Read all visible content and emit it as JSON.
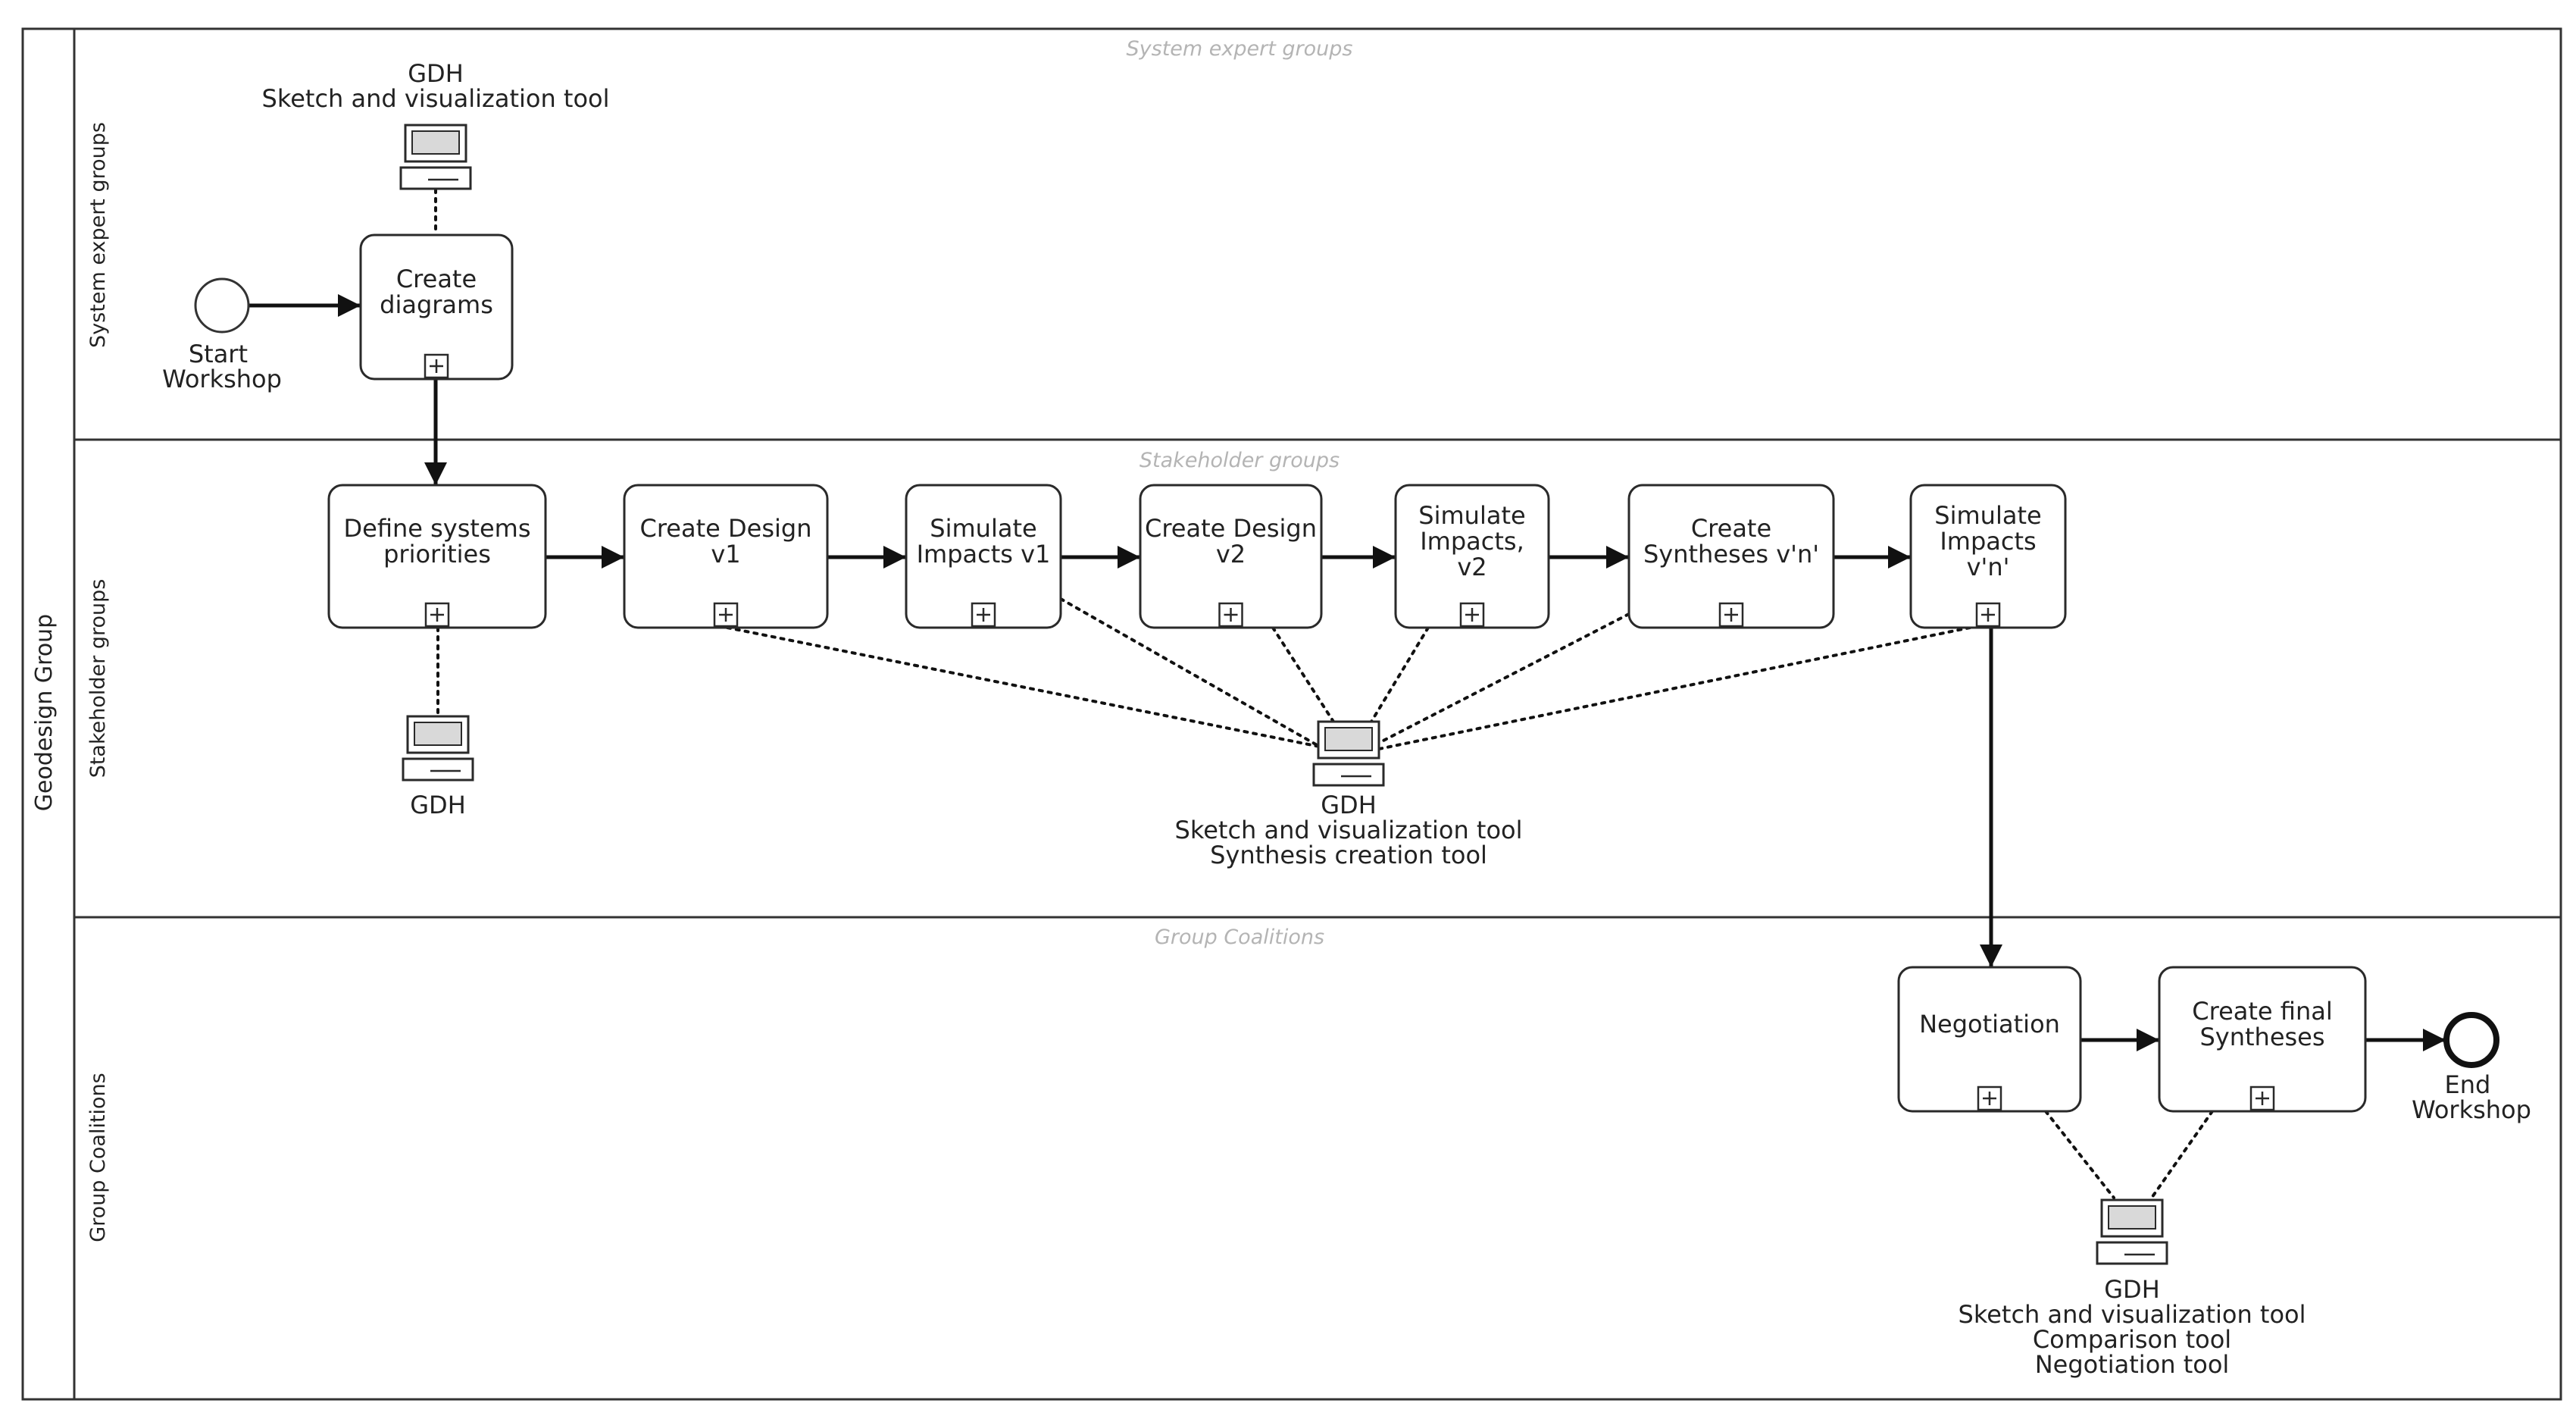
{
  "pool": {
    "label": "Geodesign Group"
  },
  "lanes": [
    {
      "id": "experts",
      "label": "System expert groups",
      "title": "System expert groups"
    },
    {
      "id": "stakeholders",
      "label": "Stakeholder groups",
      "title": "Stakeholder groups"
    },
    {
      "id": "coalitions",
      "label": "Group Coalitions",
      "title": "Group Coalitions"
    }
  ],
  "events": {
    "start": {
      "lines": [
        "Start",
        "Workshop"
      ]
    },
    "end": {
      "lines": [
        "End",
        "Workshop"
      ]
    }
  },
  "tasks": [
    {
      "id": "create-diagrams",
      "lines": [
        "Create",
        "diagrams"
      ]
    },
    {
      "id": "define-priorities",
      "lines": [
        "Define systems",
        "priorities"
      ]
    },
    {
      "id": "create-design-v1",
      "lines": [
        "Create Design",
        "v1"
      ]
    },
    {
      "id": "simulate-impacts-v1",
      "lines": [
        "Simulate",
        "Impacts v1"
      ]
    },
    {
      "id": "create-design-v2",
      "lines": [
        "Create Design",
        "v2"
      ]
    },
    {
      "id": "simulate-impacts-v2",
      "lines": [
        "Simulate",
        "Impacts,",
        "v2"
      ]
    },
    {
      "id": "create-syntheses",
      "lines": [
        "Create",
        "Syntheses v'n'"
      ]
    },
    {
      "id": "simulate-impacts-vn",
      "lines": [
        "Simulate",
        "Impacts",
        "v'n'"
      ]
    },
    {
      "id": "negotiation",
      "lines": [
        "Negotiation"
      ]
    },
    {
      "id": "create-final-syntheses",
      "lines": [
        "Create final",
        "Syntheses"
      ]
    }
  ],
  "tools": [
    {
      "id": "tool-top",
      "lines": [
        "GDH",
        "Sketch and visualization tool"
      ]
    },
    {
      "id": "tool-priorities",
      "lines": [
        "GDH"
      ]
    },
    {
      "id": "tool-center",
      "lines": [
        "GDH",
        "Sketch and visualization tool",
        "Synthesis creation tool"
      ]
    },
    {
      "id": "tool-coalitions",
      "lines": [
        "GDH",
        "Sketch and visualization tool",
        "Comparison tool",
        "Negotiation tool"
      ]
    }
  ]
}
